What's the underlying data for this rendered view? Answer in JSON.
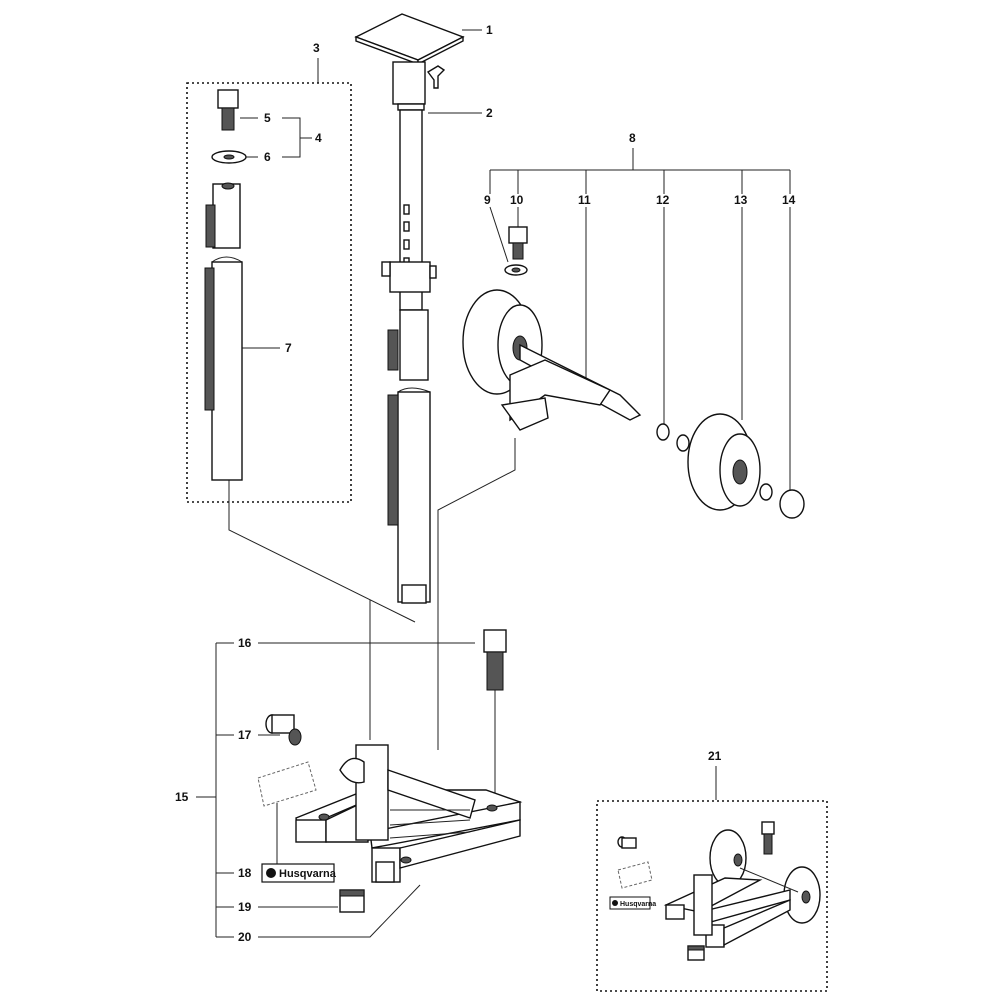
{
  "part_labels": {
    "p1": "1",
    "p2": "2",
    "p3": "3",
    "p4": "4",
    "p5": "5",
    "p6": "6",
    "p7": "7",
    "p8": "8",
    "p9": "9",
    "p10": "10",
    "p11": "11",
    "p12": "12",
    "p13": "13",
    "p14": "14",
    "p15": "15",
    "p16": "16",
    "p17": "17",
    "p18": "18",
    "p19": "19",
    "p20": "20",
    "p21": "21"
  },
  "decal_text": "Husqvarna",
  "colors": {
    "line": "#222222",
    "fill_dark": "#555555",
    "background": "#ffffff"
  }
}
